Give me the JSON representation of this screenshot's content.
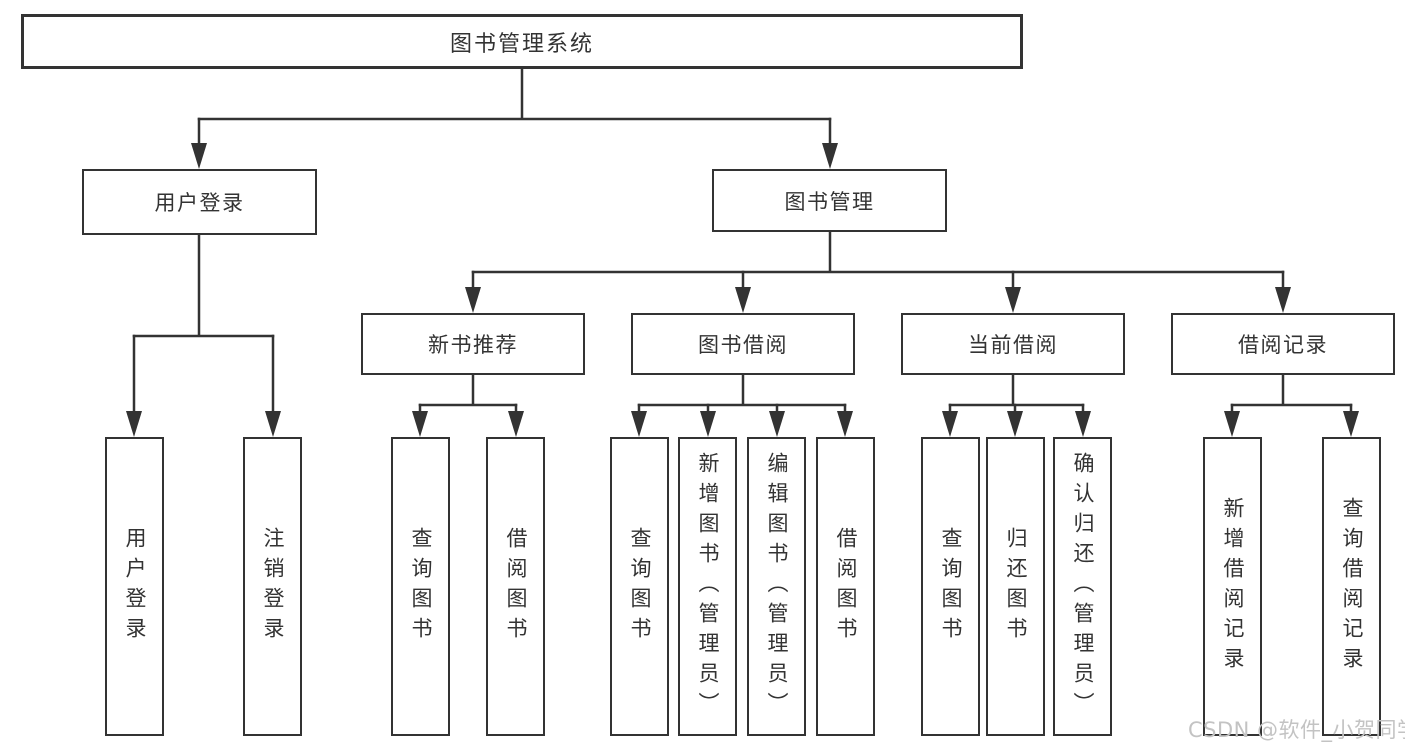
{
  "tree": {
    "root": "图书管理系统",
    "branches": [
      {
        "label": "用户登录",
        "children": [
          "用户登录",
          "注销登录"
        ]
      },
      {
        "label": "图书管理",
        "groups": [
          {
            "label": "新书推荐",
            "children": [
              "查询图书",
              "借阅图书"
            ]
          },
          {
            "label": "图书借阅",
            "children": [
              "查询图书",
              "新增图书（管理员）",
              "编辑图书（管理员）",
              "借阅图书"
            ]
          },
          {
            "label": "当前借阅",
            "children": [
              "查询图书",
              "归还图书",
              "确认归还（管理员）"
            ]
          },
          {
            "label": "借阅记录",
            "children": [
              "新增借阅记录",
              "查询借阅记录"
            ]
          }
        ]
      }
    ]
  },
  "watermark": {
    "text": "CSDN @软件_小贺同学"
  },
  "colors": {
    "line": "#333333",
    "text": "#333333",
    "box_background": "#ffffff",
    "page_background": "#ffffff",
    "watermark": "#c3c3c3"
  }
}
